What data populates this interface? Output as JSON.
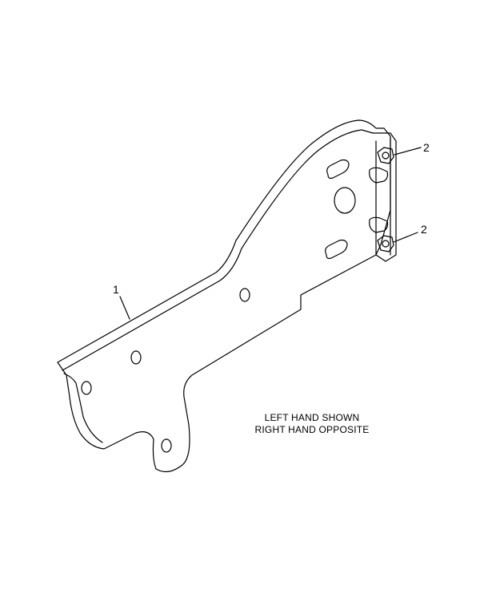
{
  "diagram": {
    "callouts": [
      {
        "id": "bracket",
        "label": "1"
      },
      {
        "id": "nut-upper",
        "label": "2"
      },
      {
        "id": "nut-lower",
        "label": "2"
      }
    ],
    "note": {
      "line1": "LEFT HAND SHOWN",
      "line2": "RIGHT HAND OPPOSITE"
    },
    "colors": {
      "line": "#000000",
      "background": "#ffffff"
    }
  }
}
